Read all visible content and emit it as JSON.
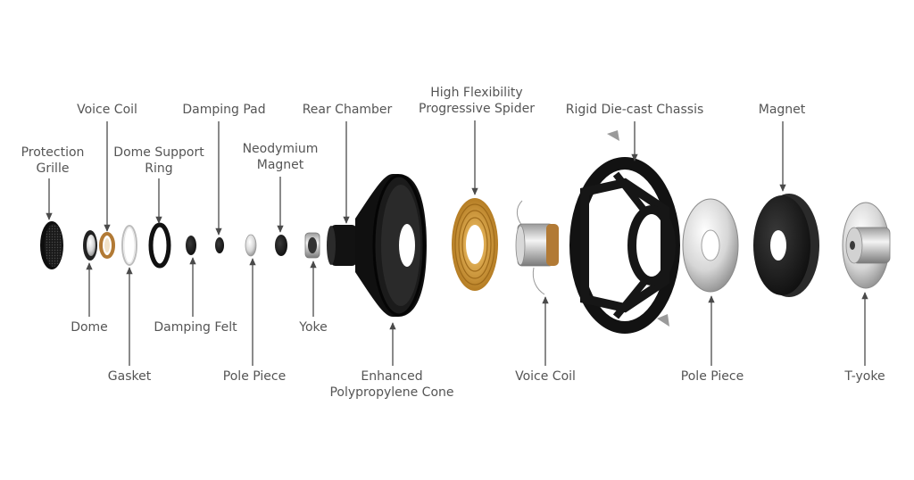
{
  "labels": {
    "protection_grille": [
      "Protection",
      "Grille"
    ],
    "voice_coil_tweeter": "Voice Coil",
    "dome_support_ring": [
      "Dome Support",
      "Ring"
    ],
    "damping_pad": "Damping Pad",
    "neodymium_magnet": [
      "Neodymium",
      "Magnet"
    ],
    "rear_chamber": "Rear Chamber",
    "spider": [
      "High Flexibility",
      "Progressive Spider"
    ],
    "chassis": "Rigid Die-cast Chassis",
    "magnet": "Magnet",
    "dome": "Dome",
    "gasket": "Gasket",
    "damping_felt": "Damping Felt",
    "pole_piece_tweeter": "Pole Piece",
    "yoke": "Yoke",
    "cone": [
      "Enhanced",
      "Polypropylene Cone"
    ],
    "voice_coil_woofer": "Voice Coil",
    "pole_piece_woofer": "Pole Piece",
    "t_yoke": "T-yoke"
  },
  "colors": {
    "label_text": "#555555",
    "arrow": "#4a4a4a",
    "spider_gold": "#c9932f",
    "coil_copper": "#b27a35",
    "black_part": "#141414",
    "metal": "#c9c9c9"
  }
}
